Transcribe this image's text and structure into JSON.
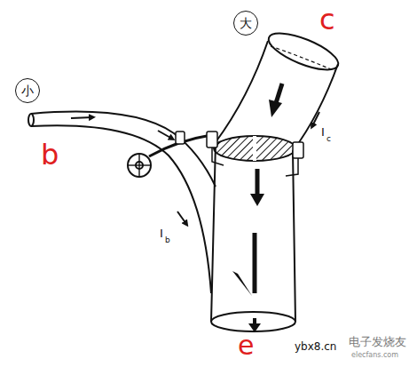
{
  "diagram": {
    "nodes": [
      {
        "text": [
          "小"
        ]
      },
      {
        "text": [
          "大"
        ]
      }
    ],
    "labels": [
      "b",
      "c",
      "e",
      "I",
      "b",
      "I",
      "c",
      "ybx8.cn",
      "电子发烧友",
      "elecfans.com"
    ]
  }
}
